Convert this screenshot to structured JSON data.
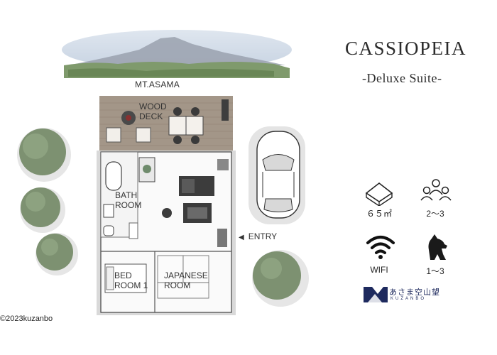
{
  "landmark": {
    "label": "MT.ASAMA"
  },
  "plan": {
    "rooms": {
      "wood_deck": [
        "WOOD",
        "DECK"
      ],
      "bath_room": [
        "BATH",
        "ROOM"
      ],
      "bed_room": [
        "BED",
        "ROOM 1"
      ],
      "japanese_room": [
        "JAPANESE",
        "ROOM"
      ]
    },
    "entry": "ENTRY"
  },
  "copyright": "©2023kuzanbo",
  "header": {
    "title": "CASSIOPEIA",
    "subtitle": "-Deluxe Suite-"
  },
  "features": {
    "area": {
      "icon": "floor-area-icon",
      "label": "６５㎡"
    },
    "guests": {
      "icon": "people-icon",
      "label": "2〜3"
    },
    "wifi": {
      "icon": "wifi-icon",
      "label": "WIFI"
    },
    "pets": {
      "icon": "dog-icon",
      "label": "1〜3"
    }
  },
  "brand": {
    "name_jp": "あさま空山望",
    "name_en": "KUZANBO",
    "color": "#1e2a5e"
  }
}
